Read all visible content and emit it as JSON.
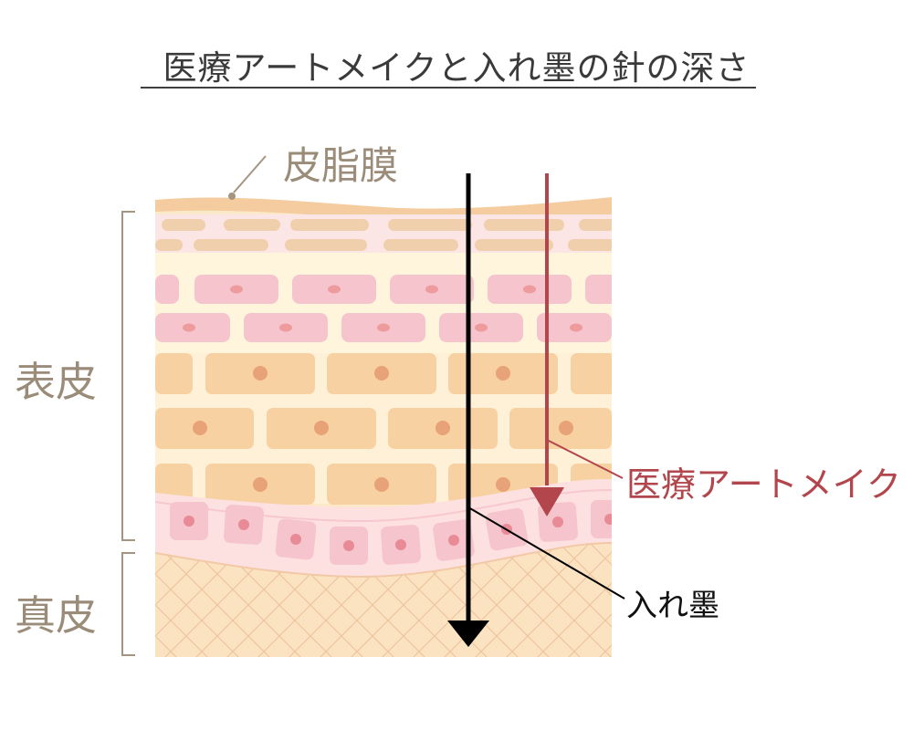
{
  "title": "医療アートメイクと入れ墨の針の深さ",
  "labels": {
    "sebum": "皮脂膜",
    "epidermis": "表皮",
    "dermis": "真皮",
    "medical_art_makeup": "医療アートメイク",
    "tattoo": "入れ墨"
  },
  "colors": {
    "medical_arrow": "#b2464c",
    "tattoo_arrow": "#000000",
    "label_gray": "#9a8c78",
    "skin_base": "#fbe3c2",
    "pink_cell": "#f5c4cc",
    "orange_cell": "#f8d1a2",
    "nucleus": "#e8a277"
  }
}
